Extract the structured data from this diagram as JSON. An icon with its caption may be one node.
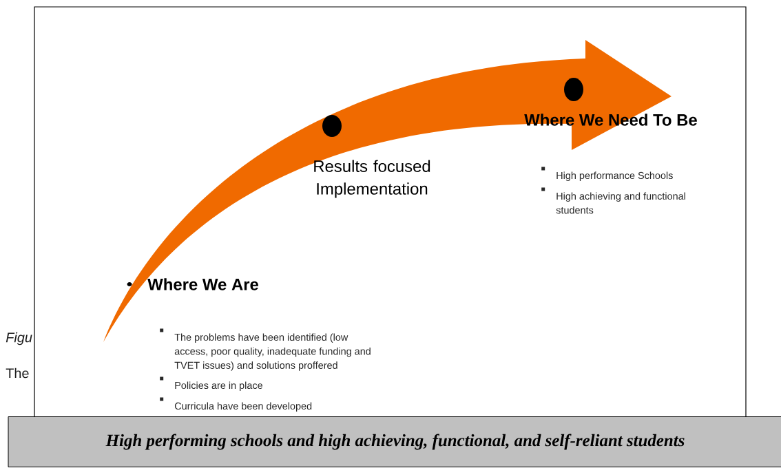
{
  "diagram": {
    "nodes": [
      {
        "text": [
          "Where We Are"
        ],
        "beside": [
          "The problems have been identified (low access, poor quality, inadequate funding and TVET issues) and solutions proffered",
          "Policies are in place",
          "Curricula have been developed"
        ]
      },
      {
        "text": [
          "Results focused Implementation"
        ]
      },
      {
        "text": [
          "Where We Need To Be"
        ],
        "beside": [
          "High performance Schools",
          "High achieving and functional students"
        ]
      },
      {
        "text": [
          "High performing schools and high achieving, functional, and self-reliant students"
        ]
      }
    ],
    "labels": [
      "Figu",
      "The"
    ]
  }
}
